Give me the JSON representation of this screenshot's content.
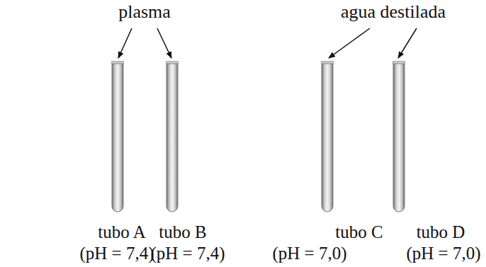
{
  "diagram": {
    "nodes": [
      {
        "text": [
          "tubo A",
          "(pH = 7,4)"
        ]
      },
      {
        "text": [
          "tubo B",
          "(pH = 7,4)"
        ]
      },
      {
        "text": [
          "tubo C",
          "(pH = 7,0)"
        ]
      },
      {
        "text": [
          "tubo D",
          "(pH = 7,0)"
        ]
      }
    ],
    "labels": [
      "plasma",
      "agua destilada"
    ]
  }
}
